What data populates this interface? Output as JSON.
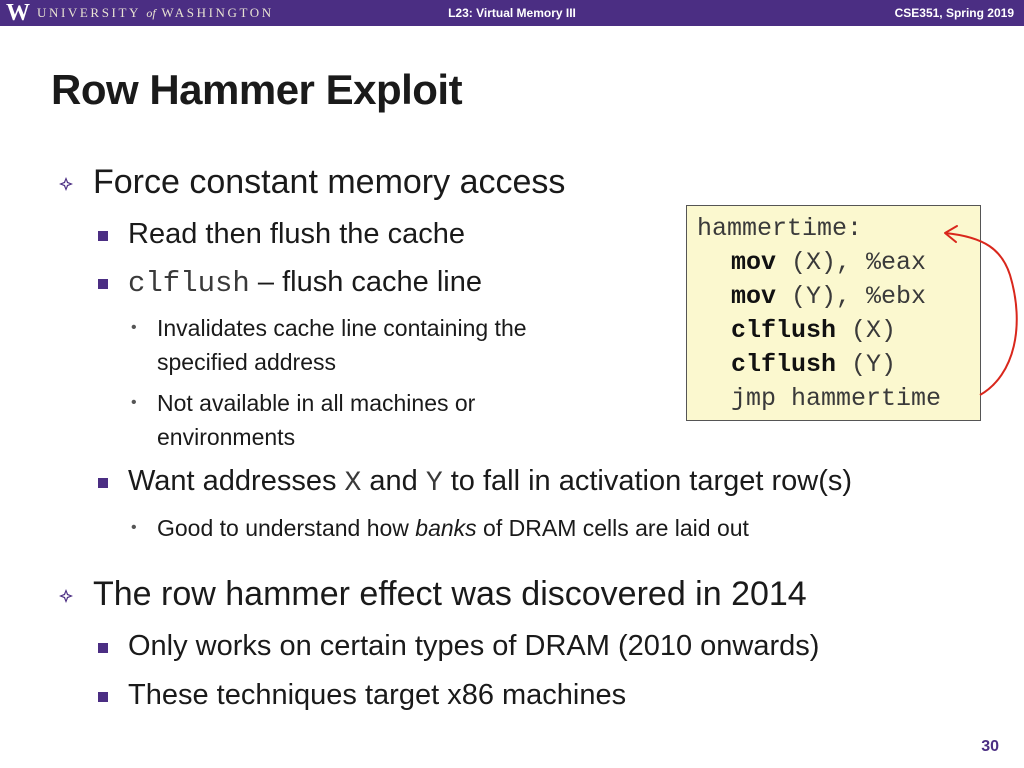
{
  "header": {
    "logo_letter": "W",
    "university_pre": "UNIVERSITY",
    "university_of": "of",
    "university_post": "WASHINGTON",
    "lecture": "L23:  Virtual Memory III",
    "course": "CSE351, Spring 2019",
    "bar_color": "#4b2e83"
  },
  "slide": {
    "title": "Row Hammer Exploit",
    "page_number": "30"
  },
  "content": {
    "b1": {
      "text": "Force constant memory access",
      "sub": [
        {
          "text": "Read then flush the cache"
        },
        {
          "code": "clflush",
          "text": " – flush cache line"
        }
      ],
      "subsub": [
        {
          "lines": [
            "Invalidates cache line containing the",
            "specified address"
          ]
        },
        {
          "lines": [
            "Not available in all machines or",
            "environments"
          ]
        }
      ],
      "want": {
        "pre": "Want addresses ",
        "x": "X",
        "mid": " and ",
        "y": "Y",
        "post": " to fall in activation target row(s)"
      },
      "good": {
        "pre": "Good to understand how ",
        "em": "banks",
        "post": " of DRAM cells are laid out"
      }
    },
    "b2": {
      "text": "The row hammer effect was discovered in 2014",
      "sub": [
        {
          "text": "Only works on certain types of DRAM (2010 onwards)"
        },
        {
          "text": "These techniques target x86 machines"
        }
      ]
    }
  },
  "code": {
    "label": "hammertime:",
    "lines": [
      {
        "op": "mov",
        "args": " (X), %eax"
      },
      {
        "op": "mov",
        "args": " (Y), %ebx"
      },
      {
        "op": "clflush",
        "args": " (X)"
      },
      {
        "op": "clflush",
        "args": " (Y)"
      },
      {
        "op": "",
        "args": "jmp hammertime"
      }
    ],
    "box_color": "#fbf8cf",
    "arrow_color": "#d9271c"
  }
}
